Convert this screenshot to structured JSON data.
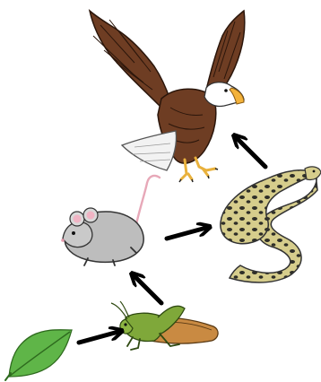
{
  "diagram": {
    "type": "food-chain",
    "organisms": [
      {
        "id": "leaf",
        "icon": "leaf-icon",
        "color": "#5fb548"
      },
      {
        "id": "grasshopper",
        "icon": "grasshopper-icon",
        "color": "#7fa83a"
      },
      {
        "id": "mouse",
        "icon": "mouse-icon",
        "color": "#bdbdbd"
      },
      {
        "id": "snake",
        "icon": "snake-icon",
        "color": "#d9cf8a"
      },
      {
        "id": "eagle",
        "icon": "eagle-icon",
        "color": "#6b3b22"
      }
    ],
    "links": [
      {
        "from": "leaf",
        "to": "grasshopper"
      },
      {
        "from": "grasshopper",
        "to": "mouse"
      },
      {
        "from": "mouse",
        "to": "snake"
      },
      {
        "from": "snake",
        "to": "eagle"
      }
    ],
    "arrow_color": "#000000"
  }
}
